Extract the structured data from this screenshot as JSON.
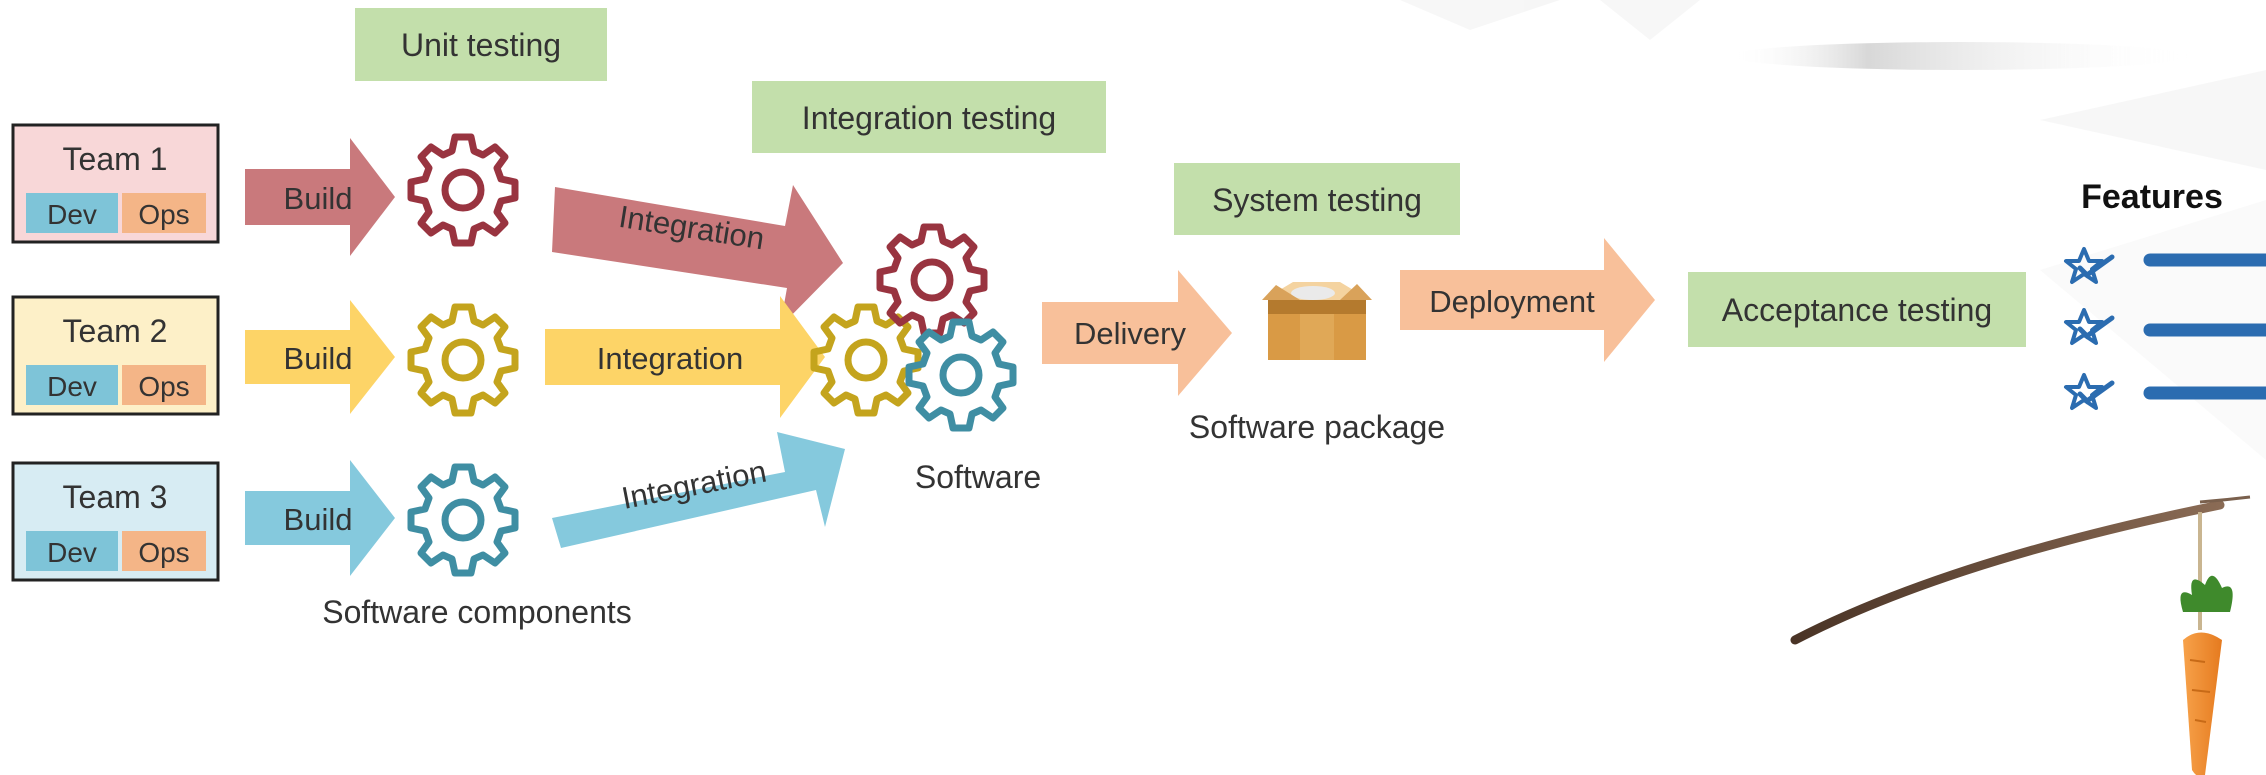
{
  "teams": [
    {
      "name": "Team 1",
      "dev": "Dev",
      "ops": "Ops"
    },
    {
      "name": "Team 2",
      "dev": "Dev",
      "ops": "Ops"
    },
    {
      "name": "Team 3",
      "dev": "Dev",
      "ops": "Ops"
    }
  ],
  "build_label": "Build",
  "integration_label": "Integration",
  "stages": {
    "unit_testing": "Unit testing",
    "integration_testing": "Integration testing",
    "system_testing": "System testing",
    "acceptance_testing": "Acceptance testing"
  },
  "delivery_label": "Delivery",
  "deployment_label": "Deployment",
  "software_components_label": "Software components",
  "software_label": "Software",
  "software_package_label": "Software package",
  "features_label": "Features",
  "colors": {
    "team1_fill": "#f8d7d8",
    "team2_fill": "#fdf0c8",
    "team3_fill": "#d7ecf3",
    "dev": "#7ec4d8",
    "ops": "#f4b587",
    "arrow_red": "#c9797c",
    "arrow_yellow": "#fdd467",
    "arrow_blue": "#85c9dd",
    "arrow_orange": "#f8c09a",
    "gear_red": "#993440",
    "gear_yellow": "#c4a41d",
    "gear_blue": "#3f8ea3",
    "testing_box": "#c3dfab",
    "feature_blue": "#2b6cb0"
  },
  "icons": [
    "gear-icon",
    "package-box-icon",
    "star-check-icon",
    "carrot-on-stick-icon"
  ]
}
